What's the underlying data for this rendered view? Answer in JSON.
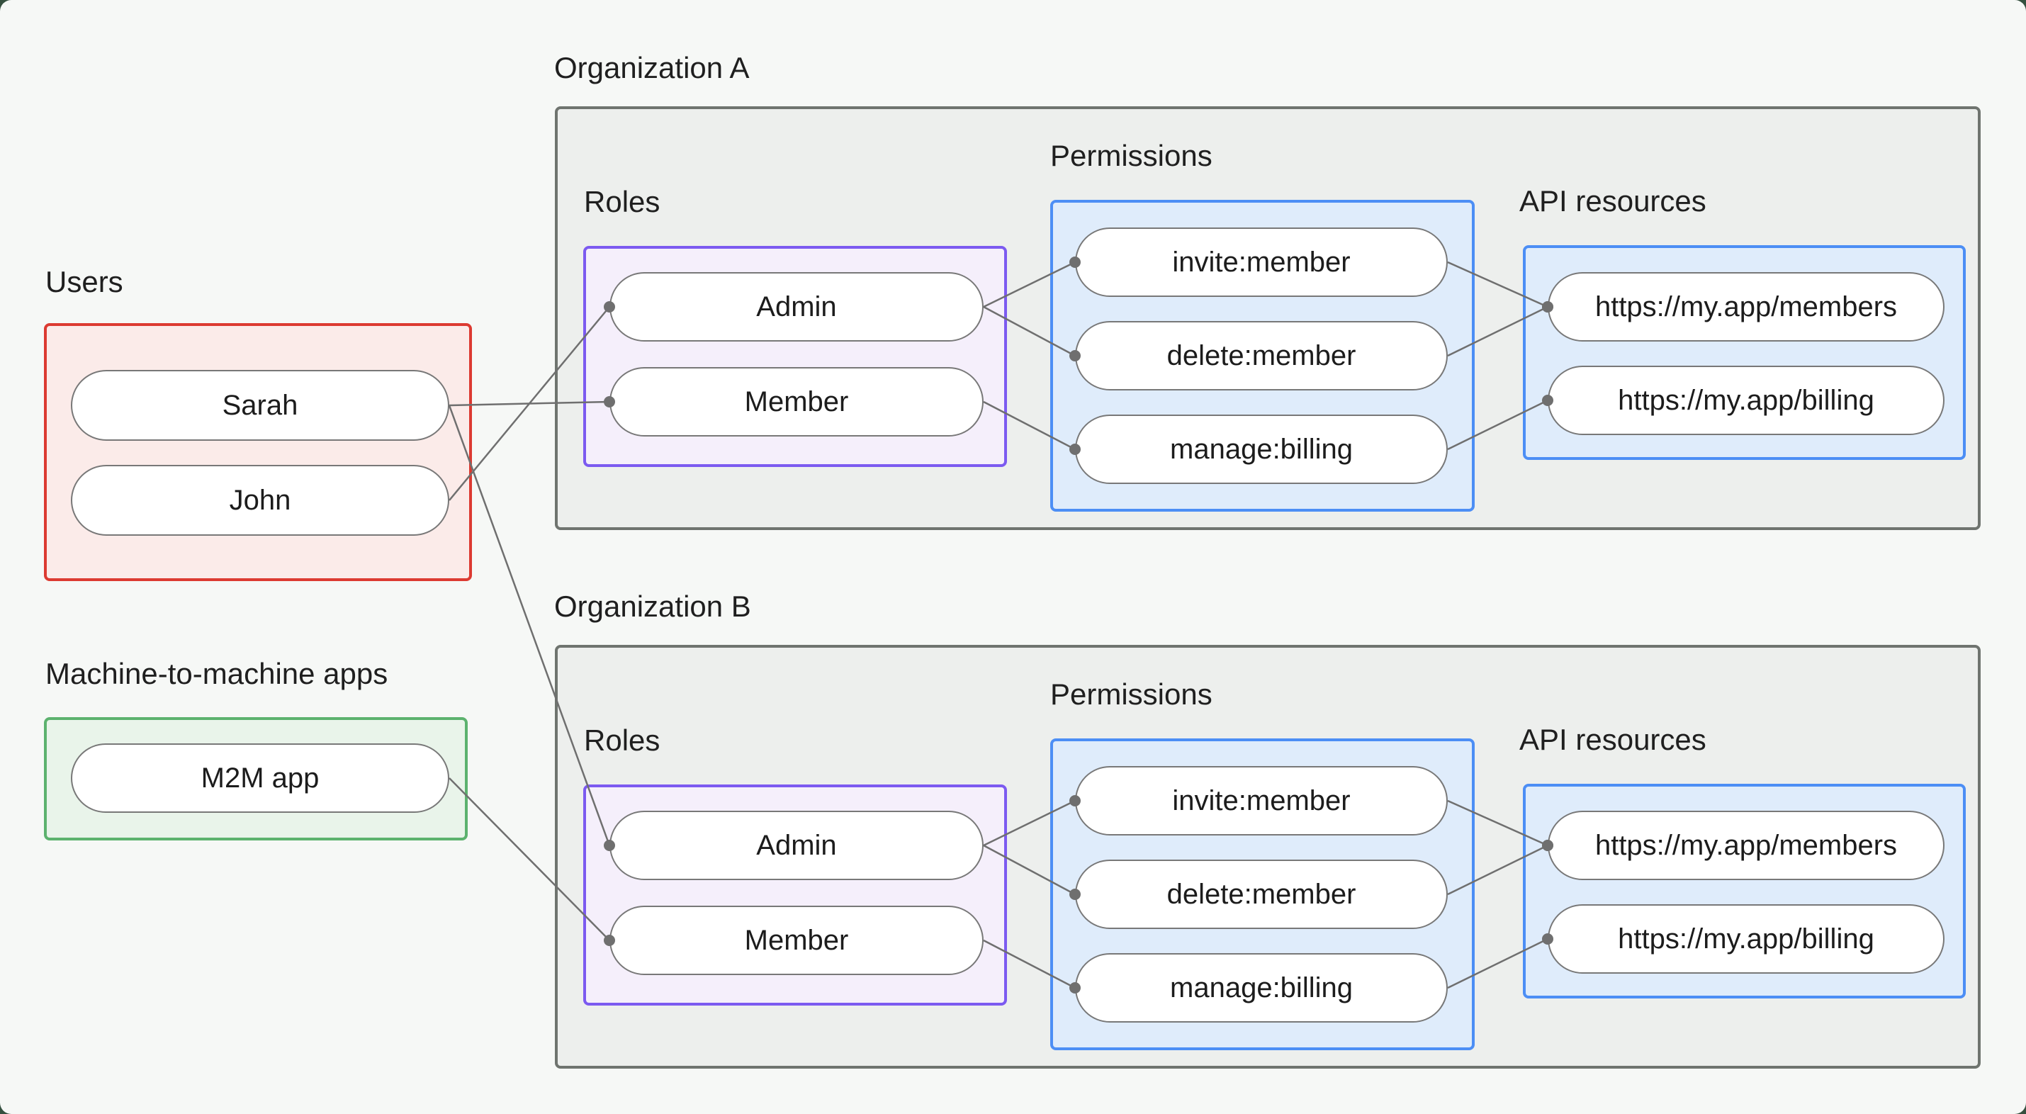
{
  "colors": {
    "backdrop": "#35503F",
    "canvas": "#F6F8F6",
    "line": "#6F6F6F",
    "dot": "#6F6F6F",
    "text": "#1F1F1F",
    "users_border": "#DC3A31",
    "users_fill": "#FBEBE9",
    "m2m_border": "#5CB26E",
    "m2m_fill": "#E9F4EA",
    "org_border": "#6F746F",
    "org_fill": "#EDEFED",
    "roles_border": "#7C5AF0",
    "roles_fill": "#F5EFFB",
    "permissions_border": "#4C8EF5",
    "permissions_fill": "#DFECFB",
    "pill_border": "#787878",
    "pill_fill": "#FFFFFF"
  },
  "users": {
    "label": "Users",
    "items": [
      {
        "id": "sarah",
        "label": "Sarah"
      },
      {
        "id": "john",
        "label": "John"
      }
    ]
  },
  "m2m": {
    "label": "Machine-to-machine apps",
    "items": [
      {
        "id": "m2m-app",
        "label": "M2M app"
      }
    ]
  },
  "orgA": {
    "label": "Organization A",
    "roles": {
      "label": "Roles",
      "items": [
        {
          "id": "orgA-admin",
          "label": "Admin"
        },
        {
          "id": "orgA-member",
          "label": "Member"
        }
      ]
    },
    "permissions": {
      "label": "Permissions",
      "items": [
        {
          "id": "orgA-invite",
          "label": "invite:member"
        },
        {
          "id": "orgA-delete",
          "label": "delete:member"
        },
        {
          "id": "orgA-manage",
          "label": "manage:billing"
        }
      ]
    },
    "api": {
      "label": "API resources",
      "items": [
        {
          "id": "orgA-members",
          "label": "https://my.app/members"
        },
        {
          "id": "orgA-billing",
          "label": "https://my.app/billing"
        }
      ]
    }
  },
  "orgB": {
    "label": "Organization B",
    "roles": {
      "label": "Roles",
      "items": [
        {
          "id": "orgB-admin",
          "label": "Admin"
        },
        {
          "id": "orgB-member",
          "label": "Member"
        }
      ]
    },
    "permissions": {
      "label": "Permissions",
      "items": [
        {
          "id": "orgB-invite",
          "label": "invite:member"
        },
        {
          "id": "orgB-delete",
          "label": "delete:member"
        },
        {
          "id": "orgB-manage",
          "label": "manage:billing"
        }
      ]
    },
    "api": {
      "label": "API resources",
      "items": [
        {
          "id": "orgB-members",
          "label": "https://my.app/members"
        },
        {
          "id": "orgB-billing",
          "label": "https://my.app/billing"
        }
      ]
    }
  },
  "edges": [
    {
      "from": "john",
      "to": "orgA-admin"
    },
    {
      "from": "sarah",
      "to": "orgA-member"
    },
    {
      "from": "sarah",
      "to": "orgB-admin"
    },
    {
      "from": "m2m-app",
      "to": "orgB-member"
    },
    {
      "from": "orgA-admin",
      "to": "orgA-invite"
    },
    {
      "from": "orgA-admin",
      "to": "orgA-delete"
    },
    {
      "from": "orgA-member",
      "to": "orgA-manage"
    },
    {
      "from": "orgA-invite",
      "to": "orgA-members"
    },
    {
      "from": "orgA-delete",
      "to": "orgA-members"
    },
    {
      "from": "orgA-manage",
      "to": "orgA-billing"
    },
    {
      "from": "orgB-admin",
      "to": "orgB-invite"
    },
    {
      "from": "orgB-admin",
      "to": "orgB-delete"
    },
    {
      "from": "orgB-member",
      "to": "orgB-manage"
    },
    {
      "from": "orgB-invite",
      "to": "orgB-members"
    },
    {
      "from": "orgB-delete",
      "to": "orgB-members"
    },
    {
      "from": "orgB-manage",
      "to": "orgB-billing"
    }
  ]
}
